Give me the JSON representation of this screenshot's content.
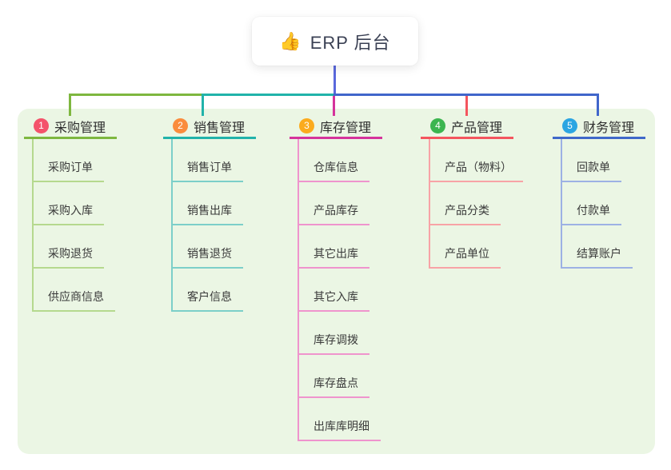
{
  "root": {
    "icon": "👍",
    "label": "ERP 后台"
  },
  "branches": [
    {
      "badge": "1",
      "label": "采购管理",
      "children": [
        "采购订单",
        "采购入库",
        "采购退货",
        "供应商信息"
      ],
      "line_color": "#7eb73f",
      "badge_color": "#f4536b",
      "child_line_color": "#b5d98e"
    },
    {
      "badge": "2",
      "label": "销售管理",
      "children": [
        "销售订单",
        "销售出库",
        "销售退货",
        "客户信息"
      ],
      "line_color": "#21b3aa",
      "badge_color": "#fa8c3d",
      "child_line_color": "#7ccfc9"
    },
    {
      "badge": "3",
      "label": "库存管理",
      "children": [
        "仓库信息",
        "产品库存",
        "其它出库",
        "其它入库",
        "库存调拨",
        "库存盘点",
        "出库库明细"
      ],
      "line_color": "#d5339c",
      "badge_color": "#fbab1e",
      "child_line_color": "#ef94cd"
    },
    {
      "badge": "4",
      "label": "产品管理",
      "children": [
        "产品（物料）",
        "产品分类",
        "产品单位"
      ],
      "line_color": "#f4555e",
      "badge_color": "#3bb54f",
      "child_line_color": "#f8a3a6"
    },
    {
      "badge": "5",
      "label": "财务管理",
      "children": [
        "回款单",
        "付款单",
        "结算账户"
      ],
      "line_color": "#3f68c9",
      "badge_color": "#2ba5e2",
      "child_line_color": "#9db1e4"
    }
  ],
  "palette": {
    "panel_background": "#ebf6e4",
    "root_drop_line": "#5a68dc",
    "trunk_blue": "#4066cb",
    "root_text": "#3b4154"
  }
}
